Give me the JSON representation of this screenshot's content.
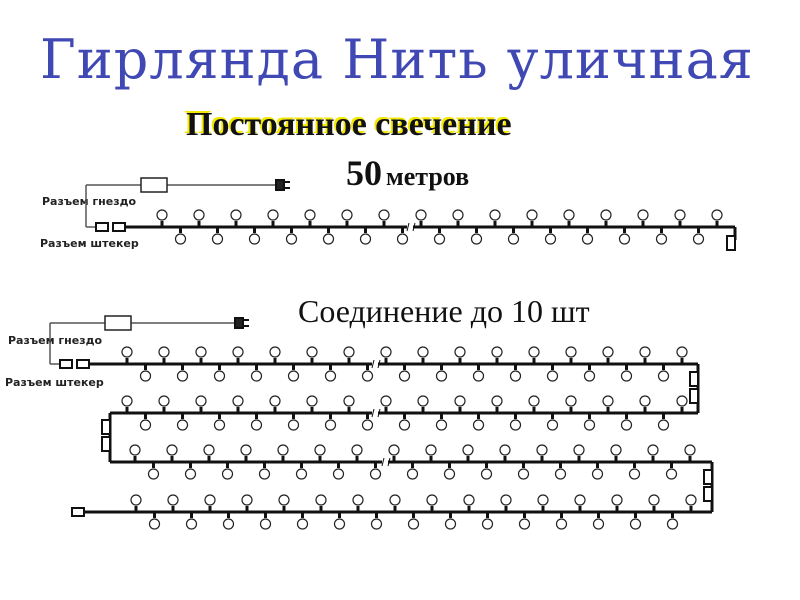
{
  "title": "Гирлянда Нить уличная",
  "subtitle": "Постоянное свечение",
  "length": {
    "number": "50",
    "unit": "метров"
  },
  "connection_text": "Соединение  до 10 шт",
  "labels": {
    "socket": "Разъем гнездо",
    "plug": "Разъем штекер"
  },
  "colors": {
    "title": "#4048b4",
    "subtitle_shadow": "#f4e800",
    "wire": "#111111"
  }
}
